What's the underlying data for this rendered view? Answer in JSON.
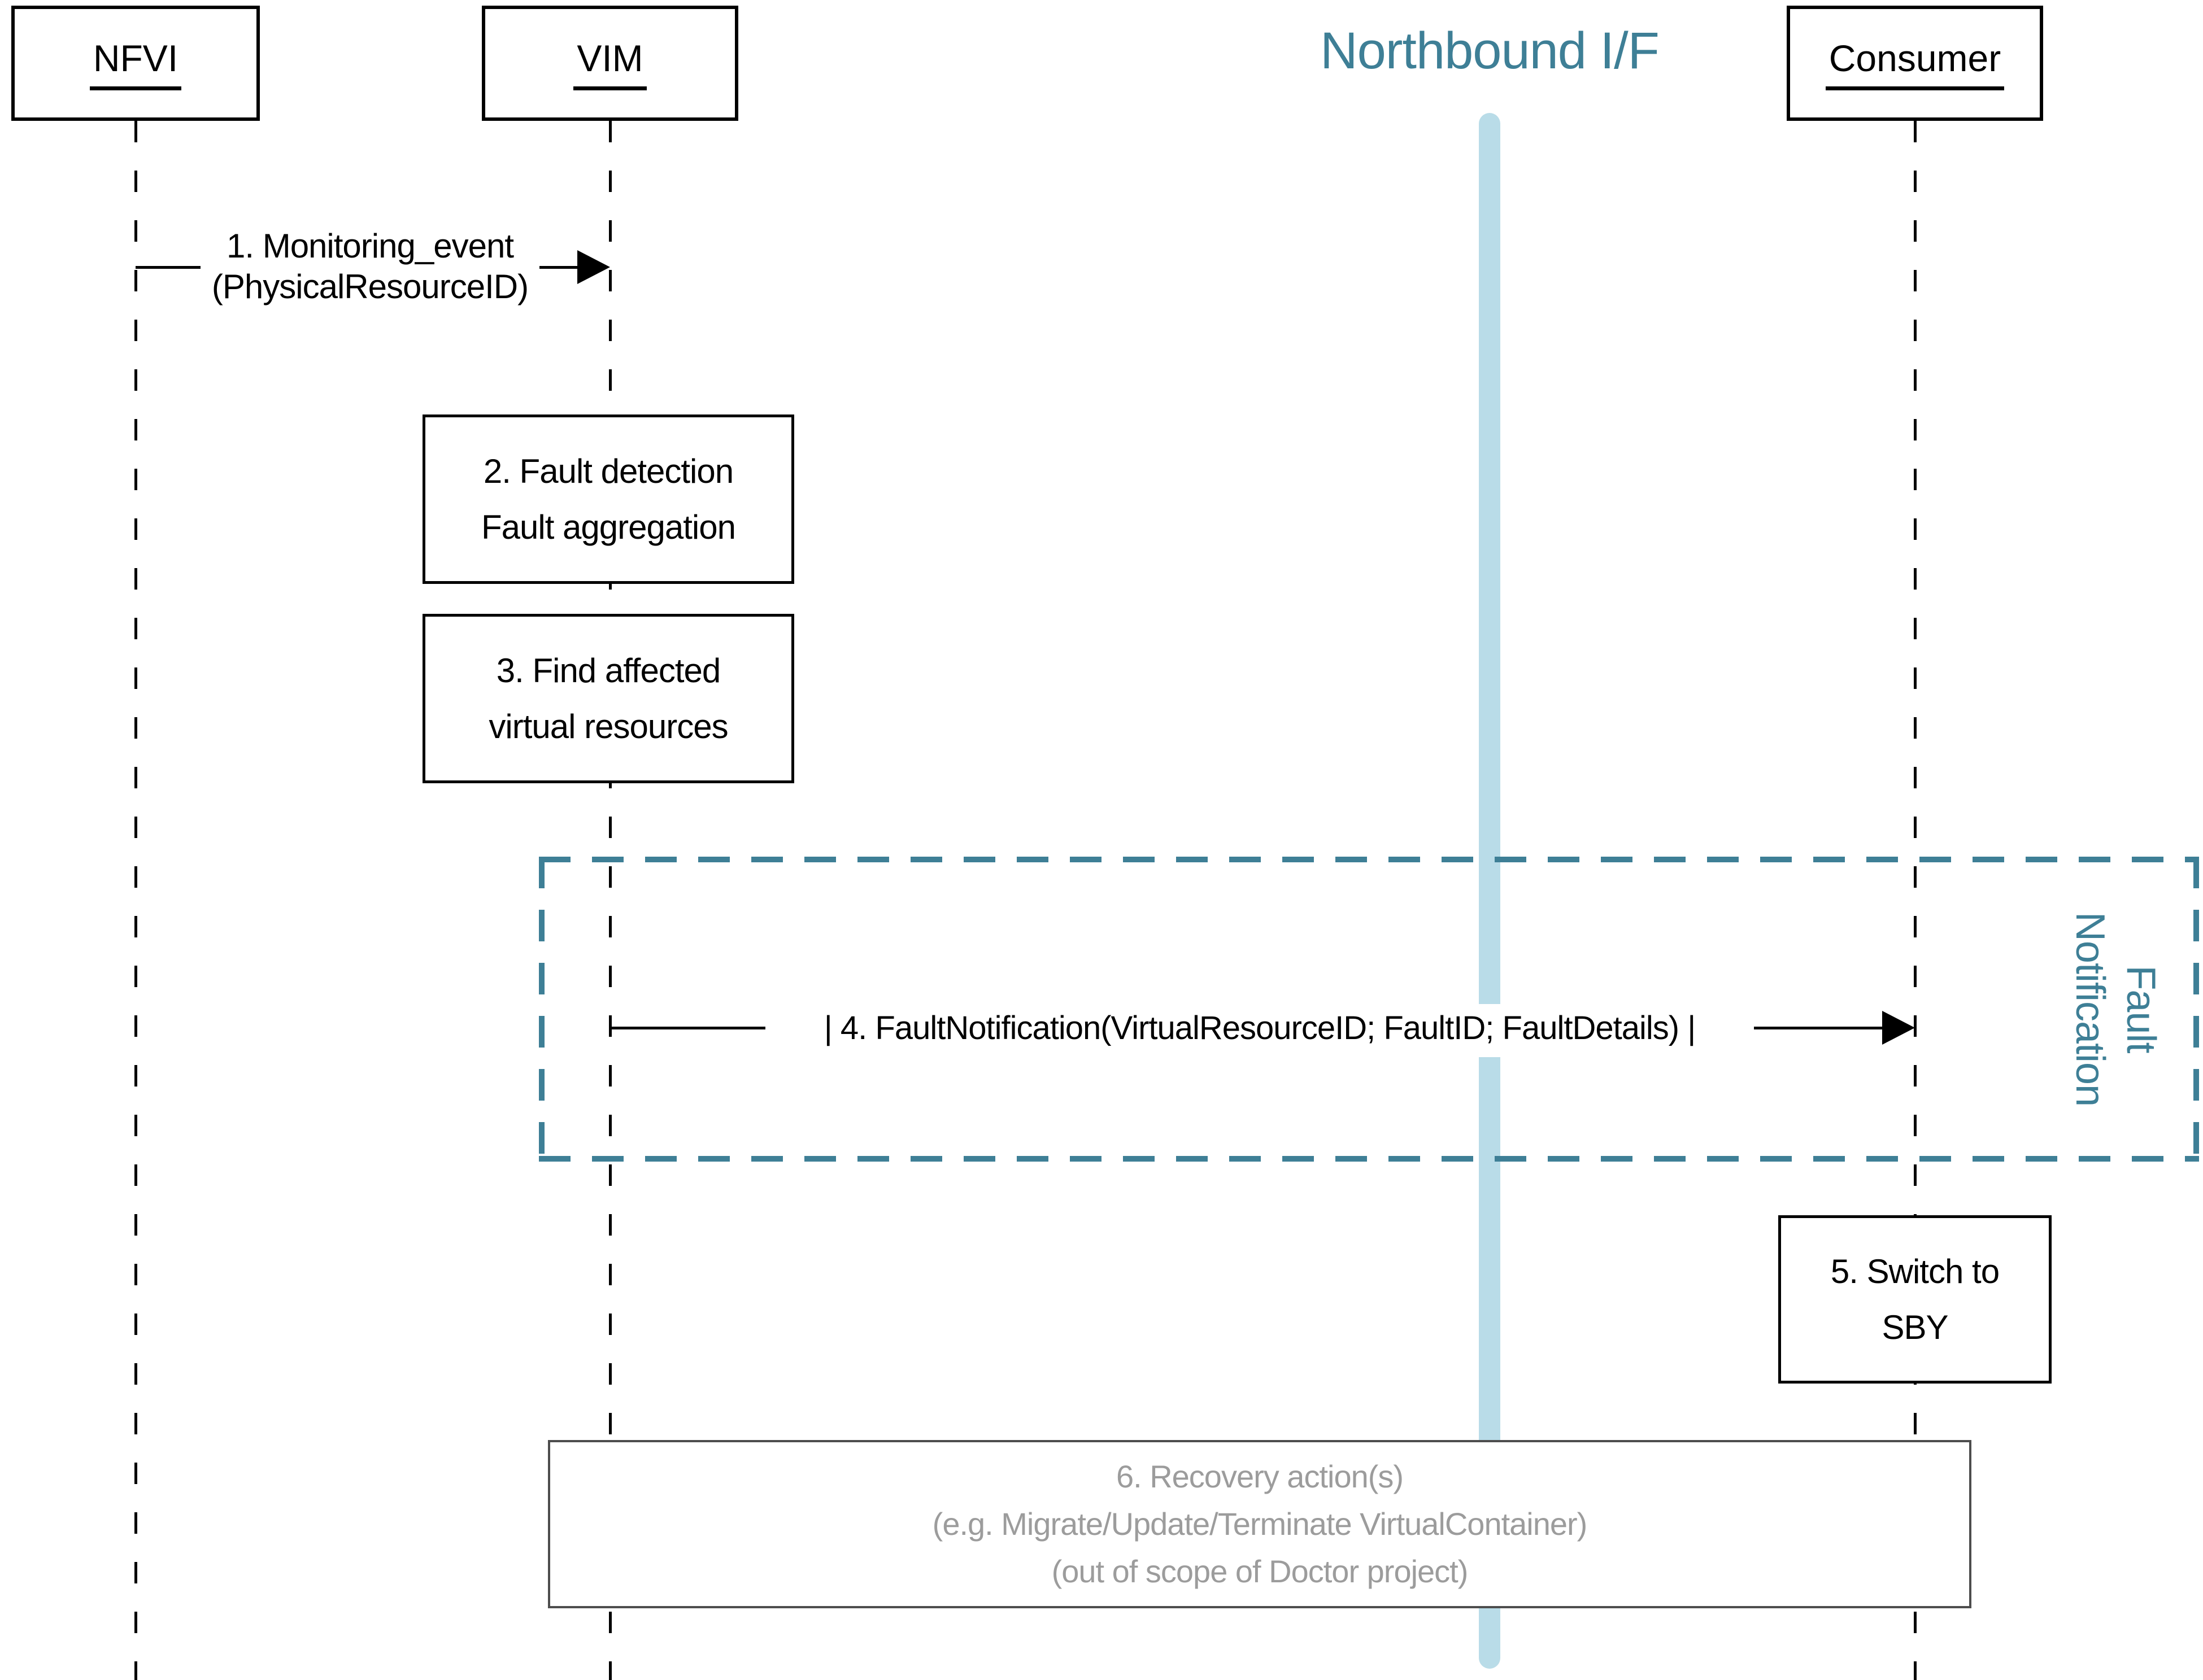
{
  "diagram": {
    "title": "Northbound I/F",
    "actors": {
      "nfvi": {
        "label": "NFVI"
      },
      "vim": {
        "label": "VIM"
      },
      "consumer": {
        "label": "Consumer"
      }
    },
    "messages": {
      "m1": {
        "line1": "1. Monitoring_event",
        "line2": "(PhysicalResourceID)"
      },
      "m4": {
        "label": "| 4. FaultNotification(VirtualResourceID; FaultID; FaultDetails) |"
      }
    },
    "activities": {
      "a2": {
        "line1": "2. Fault detection",
        "line2": "Fault aggregation"
      },
      "a3": {
        "line1": "3. Find affected",
        "line2": "virtual resources"
      },
      "a5": {
        "line1": "5. Switch to",
        "line2": "SBY"
      },
      "a6": {
        "line1": "6. Recovery action(s)",
        "line2": "(e.g. Migrate/Update/Terminate VirtualContainer)",
        "line3": "(out of scope of Doctor project)"
      }
    },
    "frame": {
      "line1": "Fault",
      "line2": "Notification"
    },
    "colors": {
      "teal": "#3E7F96",
      "pale_band": "#B9DCE8",
      "grey_text": "#9C9C9C",
      "grey_border": "#4D4D4D",
      "black": "#000000"
    }
  }
}
